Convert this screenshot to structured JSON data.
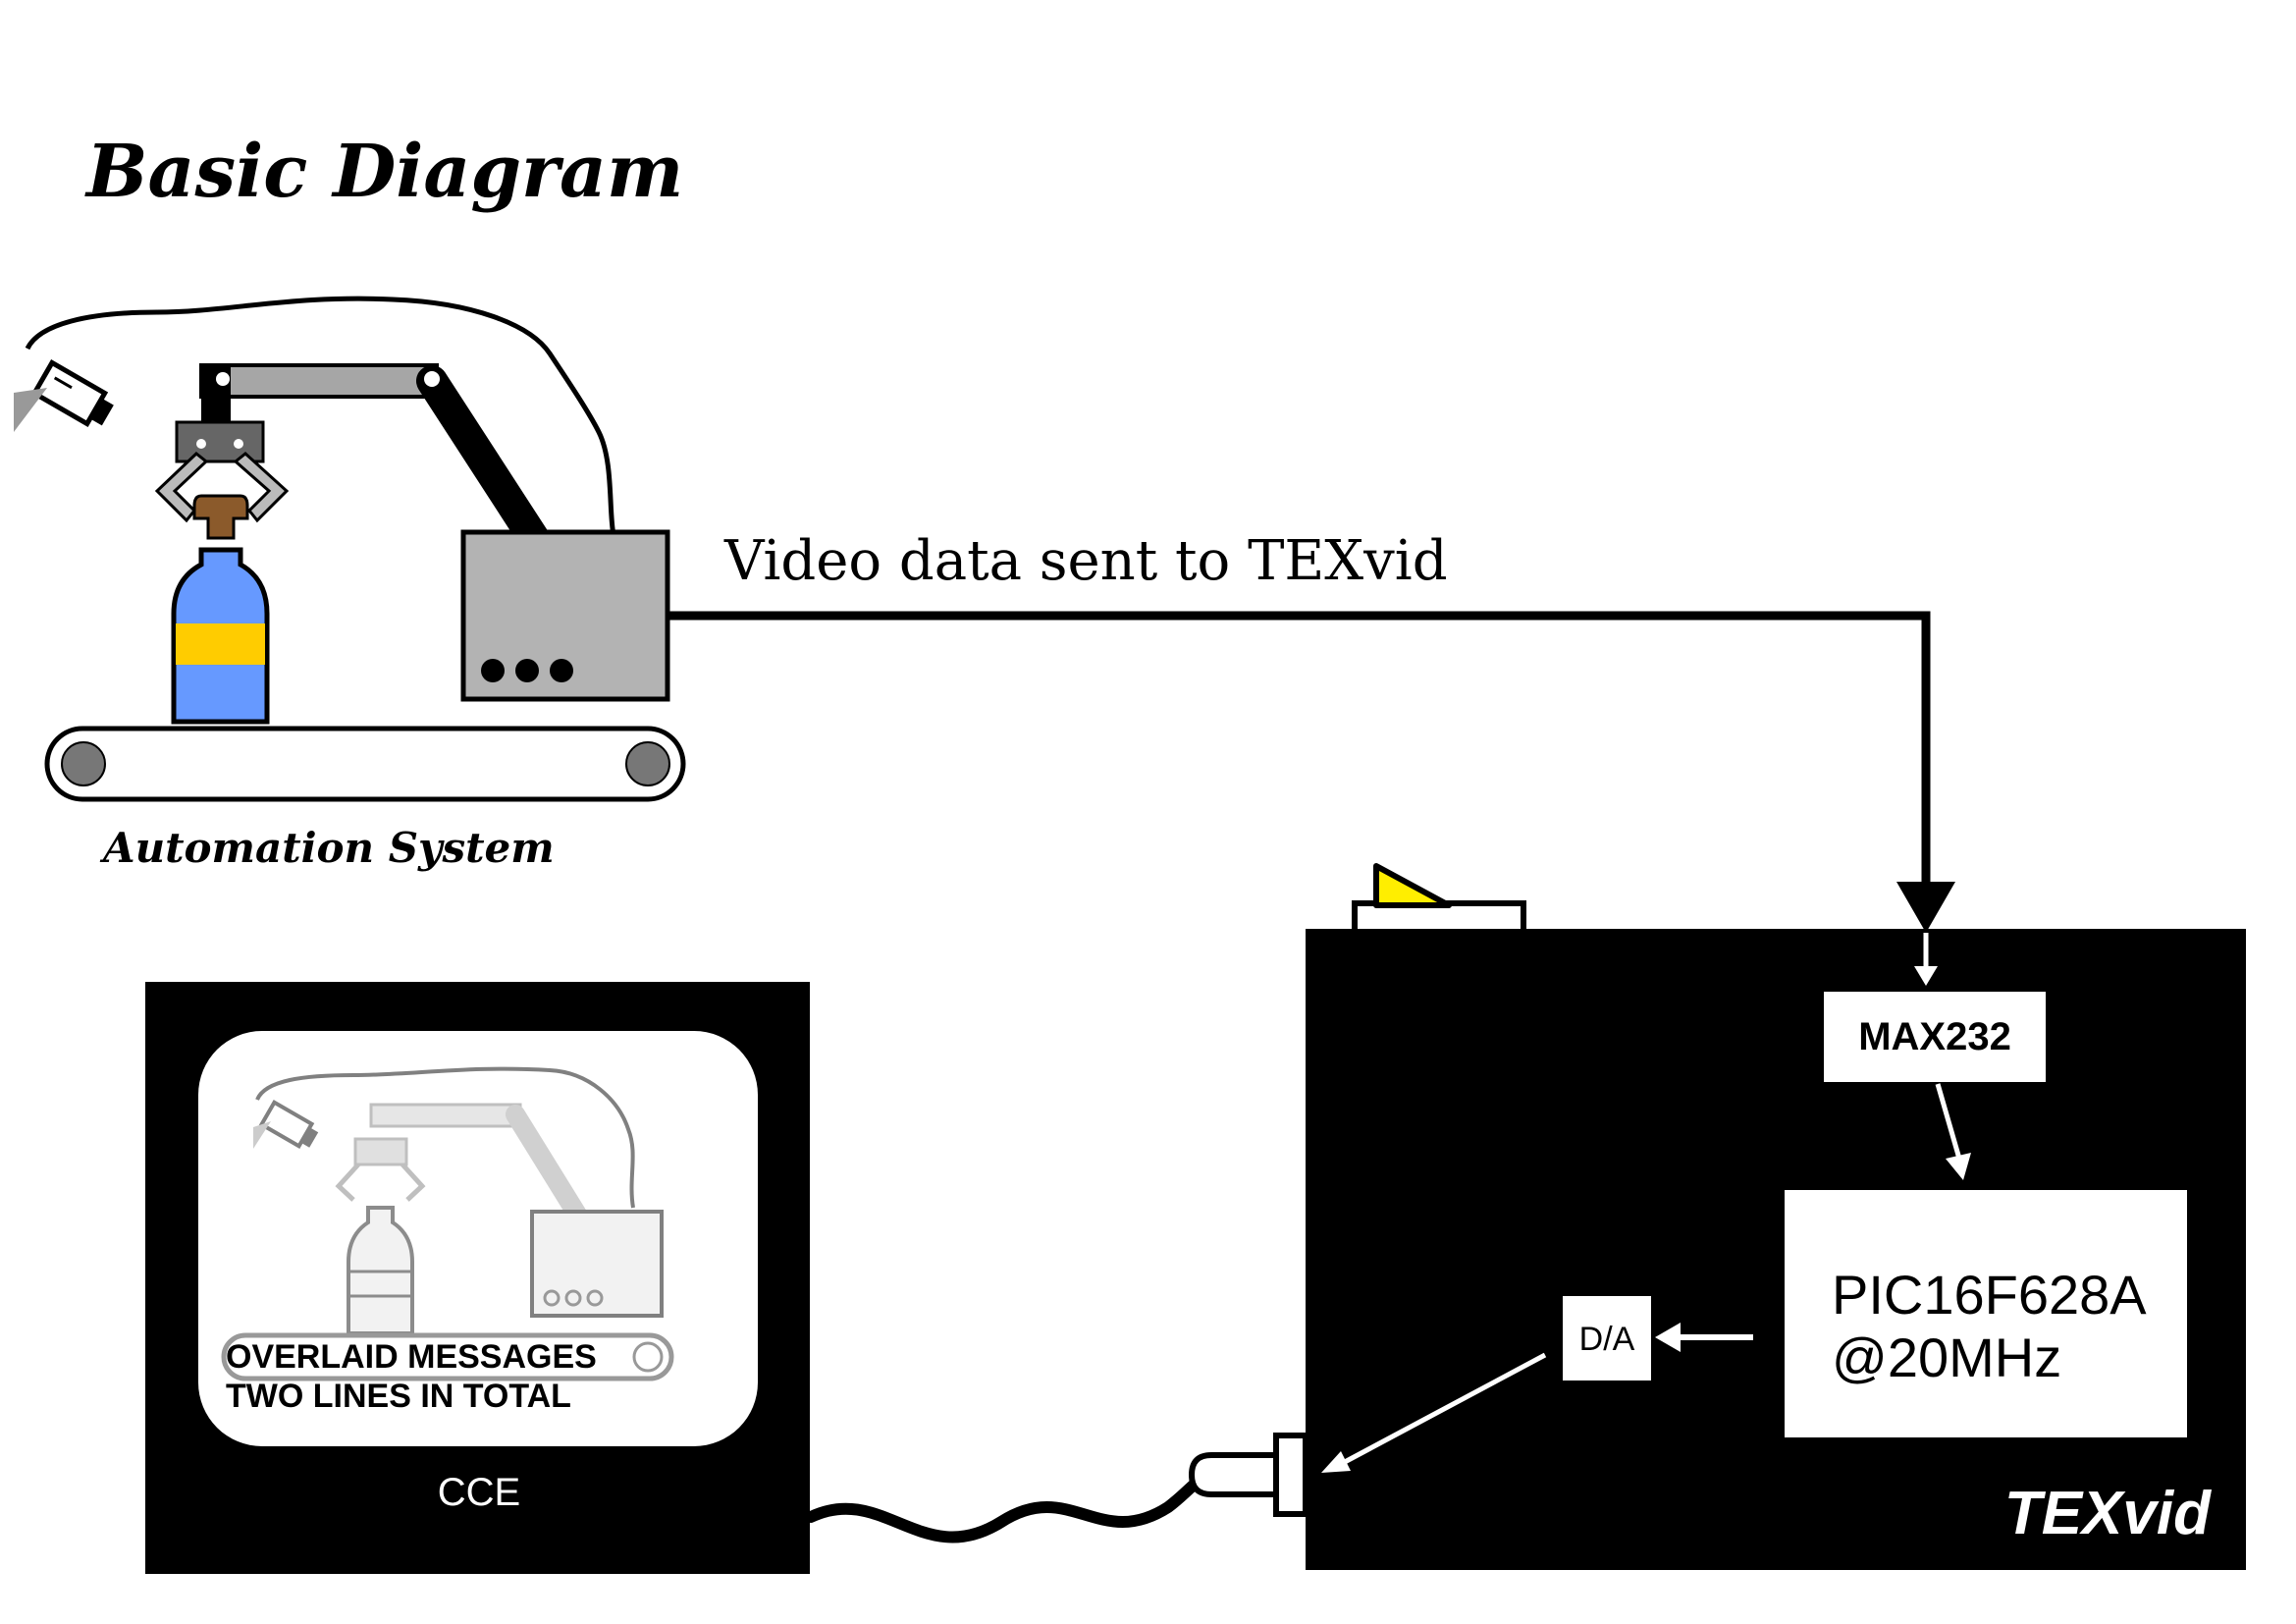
{
  "title": "Basic Diagram",
  "automation": {
    "label": "Automation System"
  },
  "link": {
    "label": "Video data sent to TEXvid"
  },
  "monitor": {
    "label": "CCE",
    "overlay_line_1": "OVERLAID MESSAGES",
    "overlay_line_2": "TWO LINES IN TOTAL"
  },
  "texvid": {
    "brand": "TEXvid",
    "chip_max232": "MAX232",
    "chip_pic_line_1": "PIC16F628A",
    "chip_pic_line_2": "@20MHz",
    "chip_da": "D/A"
  },
  "colors": {
    "black": "#000000",
    "white": "#ffffff",
    "machine_gray": "#b3b3b3",
    "arm_gray": "#a6a6a6",
    "bottle_blue": "#6699ff",
    "bottle_band": "#ffcc00",
    "cap_brown": "#8b5a2b",
    "switch_yellow": "#ffee00",
    "faded_gray": "#bfbfbf"
  }
}
